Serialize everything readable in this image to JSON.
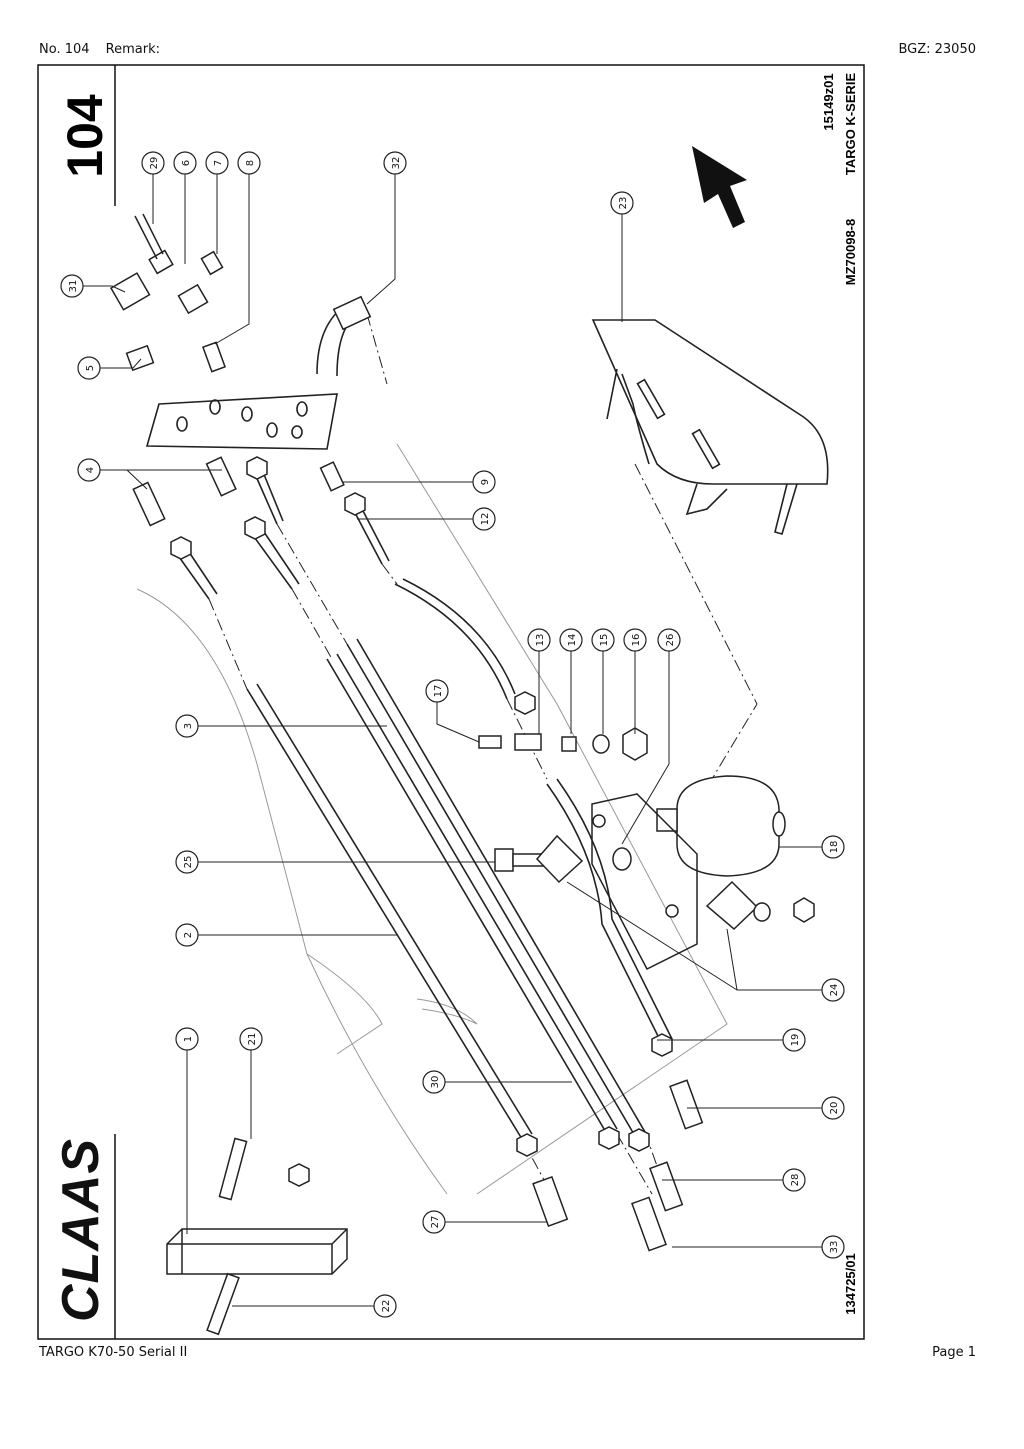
{
  "header": {
    "number_label": "No. 104",
    "remark_label": "Remark:",
    "bgz_label": "BGZ: 23050"
  },
  "diagram": {
    "page_number": "104",
    "image_code": "15149z01",
    "series": "TARGO K-SERIE",
    "drawing_number": "MZ70098-8",
    "doc_code": "134725/01",
    "brand": "CLAAS",
    "callouts": [
      "29",
      "6",
      "7",
      "8",
      "32",
      "23",
      "31",
      "5",
      "4",
      "9",
      "12",
      "13",
      "14",
      "15",
      "16",
      "26",
      "17",
      "3",
      "18",
      "25",
      "2",
      "24",
      "1",
      "21",
      "19",
      "30",
      "20",
      "28",
      "27",
      "33",
      "22"
    ]
  },
  "footer": {
    "model": "TARGO K70-50 Serial II",
    "page": "Page 1"
  }
}
